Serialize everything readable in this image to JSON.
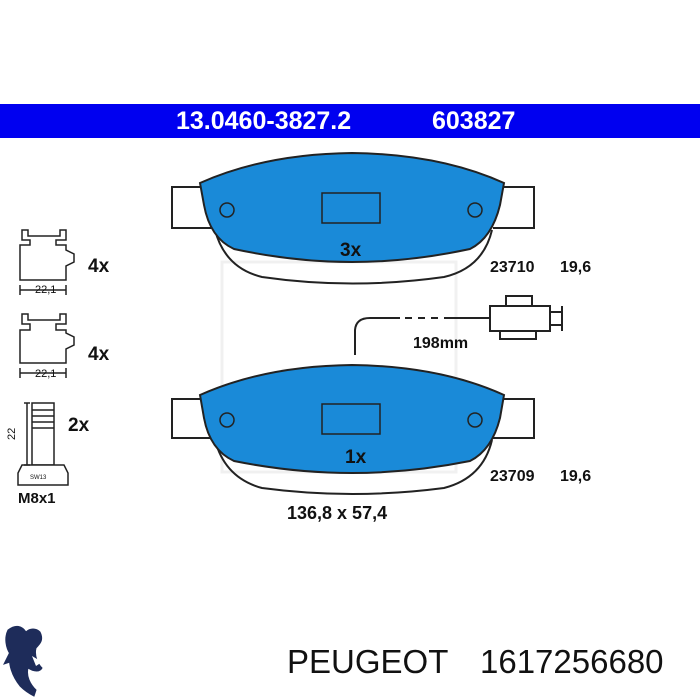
{
  "header": {
    "part_number": "13.0460-3827.2",
    "alt_number": "603827"
  },
  "colors": {
    "banner": "#0000f0",
    "pad": "#1a8ad8",
    "outline": "#222222"
  },
  "pads": [
    {
      "quantity": "3x",
      "code": "23710",
      "thickness": "19,6"
    },
    {
      "quantity": "1x",
      "code": "23709",
      "thickness": "19,6"
    }
  ],
  "wear_sensor": {
    "length": "198mm"
  },
  "dimensions": "136,8 x 57,4",
  "accessories": [
    {
      "quantity": "4x",
      "width": "22,1"
    },
    {
      "quantity": "4x",
      "width": "22,1"
    },
    {
      "quantity": "2x",
      "height": "22",
      "wrench": "SW13",
      "thread": "M8x1"
    }
  ],
  "footer": {
    "brand": "PEUGEOT",
    "oem_number": "1617256680",
    "logo": "peugeot-lion-logo"
  }
}
